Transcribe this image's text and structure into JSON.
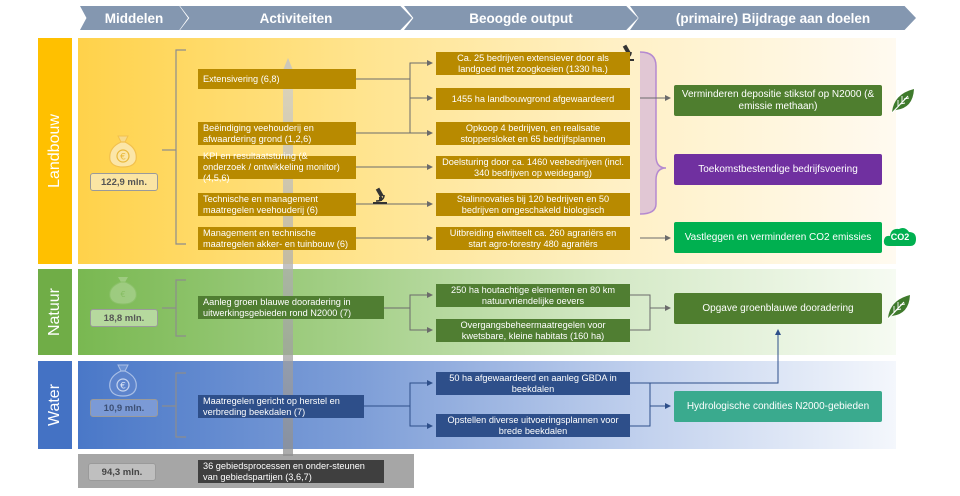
{
  "headers": {
    "middelen": "Middelen",
    "activiteiten": "Activiteiten",
    "output": "Beoogde output",
    "doelen": "(primaire) Bijdrage aan doelen"
  },
  "sections": {
    "landbouw": "Landbouw",
    "natuur": "Natuur",
    "water": "Water"
  },
  "budgets": {
    "landbouw": "122,9 mln.",
    "natuur": "18,8 mln.",
    "water": "10,9 mln.",
    "overig": "94,3 mln."
  },
  "activities": {
    "extensivering": "Extensivering (6,8)",
    "beeindiging": "Beëindiging veehouderij en afwaardering grond (1,2,6)",
    "kpi": "KPI en resultaatsturing (& onderzoek / ontwikkeling monitor) (4,5,6)",
    "technisch_veehouderij": "Technische en management maatregelen veehouderij (6)",
    "management_akker": "Management en technische maatregelen akker- en tuinbouw (6)",
    "groenblauw": "Aanleg groen blauwe dooradering in uitwerkingsgebieden rond N2000 (7)",
    "beekdalen": "Maatregelen gericht op herstel en verbreding beekdalen (7)",
    "gebiedsprocessen": "36 gebiedsprocessen en onder-steunen van gebiedspartijen (3,6,7)"
  },
  "outputs": {
    "o1": "Ca. 25 bedrijven extensiever door als landgoed met zoogkoeien (1330 ha.)",
    "o2": "1455 ha landbouwgrond afgewaardeerd",
    "o3": "Opkoop 4 bedrijven, en realisatie stoppersloket en 65 bedrijfsplannen",
    "o4": "Doelsturing door ca. 1460 veebedrijven (incl. 340 bedrijven op weidegang)",
    "o5": "Stalinnovaties bij 120 bedrijven en 50 bedrijven omgeschakeld biologisch",
    "o6": "Uitbreiding eiwitteelt ca. 260 agrariërs en start agro-forestry 480 agrariërs",
    "o7": "250 ha houtachtige elementen en 80 km natuurvriendelijke oevers",
    "o8": "Overgangsbeheermaatregelen voor kwetsbare, kleine habitats (160 ha)",
    "o9": "50 ha afgewaardeerd en aanleg GBDA in beekdalen",
    "o10": "Opstellen diverse uitvoeringsplannen voor brede beekdalen"
  },
  "goals": {
    "g1": "Verminderen depositie stikstof op N2000 (& emissie methaan)",
    "g2": "Toekomstbestendige bedrijfsvoering",
    "g3": "Vastleggen en verminderen CO2 emissies",
    "g4": "Opgave groenblauwe dooradering",
    "g5": "Hydrologische condities N2000-gebieden"
  },
  "icons": {
    "co2_label": "CO2",
    "microscope": "microscope-icon",
    "leaf": "leaf-icon",
    "money_bag": "money-bag-icon"
  },
  "colors": {
    "header": "#8497b0",
    "landbouw": "#ffc000",
    "natuur": "#70ad47",
    "water": "#4472c4",
    "overig": "#a6a6a6",
    "gold_box": "#b88a00",
    "green_box": "#507e32",
    "blue_box": "#2e4f8a",
    "goal_green": "#4f7e2f",
    "goal_purple": "#7030a0",
    "goal_bright_green": "#00b050",
    "goal_teal": "#3aaa8e"
  }
}
